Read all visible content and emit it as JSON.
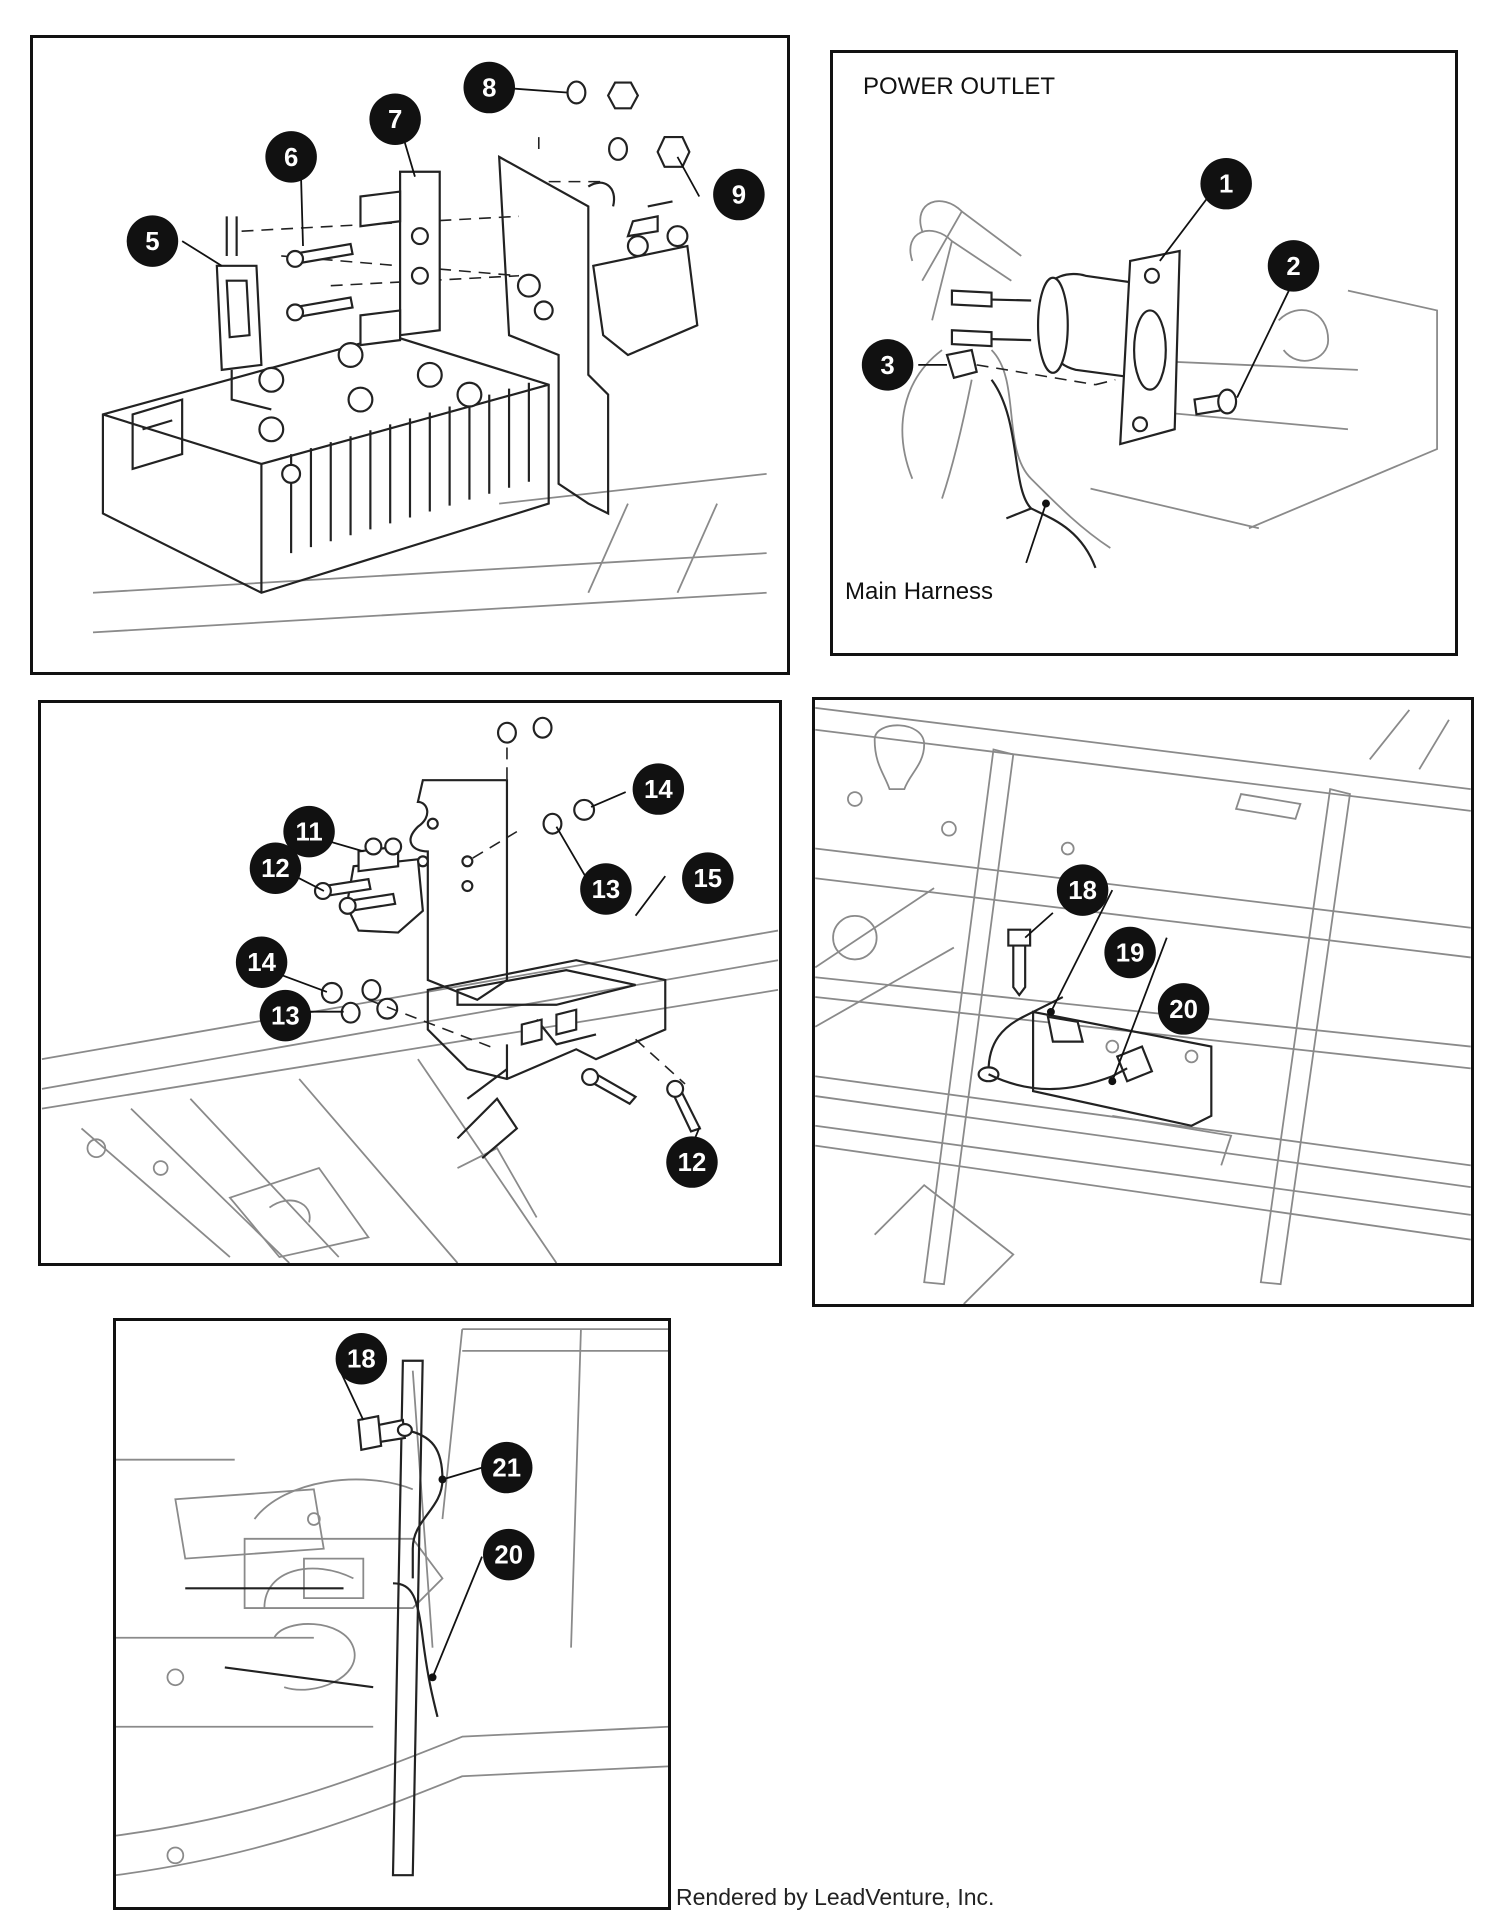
{
  "panels": [
    {
      "id": "p1",
      "callouts": [
        "5",
        "6",
        "7",
        "8",
        "9"
      ]
    },
    {
      "id": "p2",
      "title": "POWER OUTLET",
      "label": "Main Harness",
      "callouts": [
        "1",
        "2",
        "3"
      ]
    },
    {
      "id": "p3",
      "callouts": [
        "11",
        "12",
        "13",
        "14",
        "15",
        "12",
        "14",
        "13"
      ]
    },
    {
      "id": "p4",
      "callouts": [
        "18",
        "19",
        "20"
      ]
    },
    {
      "id": "p5",
      "callouts": [
        "18",
        "21",
        "20"
      ]
    }
  ],
  "footer": "Rendered by LeadVenture, Inc."
}
